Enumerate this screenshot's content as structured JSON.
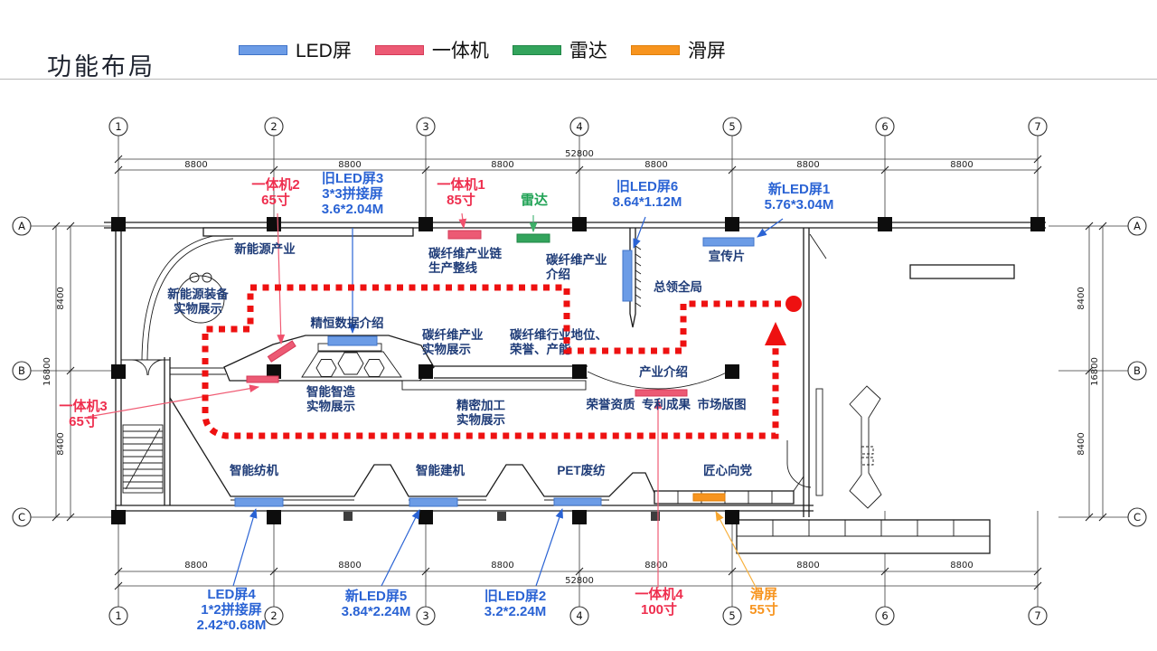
{
  "title": "功能布局",
  "legend": {
    "items": [
      {
        "label": "LED屏"
      },
      {
        "label": "一体机"
      },
      {
        "label": "雷达"
      },
      {
        "label": "滑屏"
      }
    ]
  },
  "colors": {
    "led": "#6c9ce6",
    "led_border": "#3f73c8",
    "one": "#ec5a74",
    "one_border": "#d63a57",
    "radar": "#33a45c",
    "radar_border": "#1f8646",
    "slide": "#f7941e",
    "slide_border": "#e07f0a",
    "route": "#ee1111",
    "callout_blue": "#2a63d4",
    "callout_red": "#ee2e4e",
    "callout_green": "#21a356",
    "callout_orange": "#f7941e",
    "zone_text": "#1f3c78"
  },
  "grid": {
    "cols": [
      "1",
      "2",
      "3",
      "4",
      "5",
      "6",
      "7"
    ],
    "rows": [
      "A",
      "B",
      "C"
    ]
  },
  "dims": {
    "bay": "8800",
    "total": "52800",
    "side_bay": "8400",
    "side_total": "16800"
  },
  "callouts": {
    "one2": [
      "一体机2",
      "65寸"
    ],
    "old_led3": [
      "旧LED屏3",
      "3*3拼接屏",
      "3.6*2.04M"
    ],
    "one1": [
      "一体机1",
      "85寸"
    ],
    "radar": [
      "雷达"
    ],
    "old_led6": [
      "旧LED屏6",
      "8.64*1.12M"
    ],
    "new_led1": [
      "新LED屏1",
      "5.76*3.04M"
    ],
    "one3": [
      "一体机3",
      "65寸"
    ],
    "led4": [
      "LED屏4",
      "1*2拼接屏",
      "2.42*0.68M"
    ],
    "new_led5": [
      "新LED屏5",
      "3.84*2.24M"
    ],
    "old_led2": [
      "旧LED屏2",
      "3.2*2.24M"
    ],
    "one4": [
      "一体机4",
      "100寸"
    ],
    "slide": [
      "滑屏",
      "55寸"
    ]
  },
  "zones": {
    "new_energy": [
      "新能源产业"
    ],
    "new_energy_equip": [
      "新能源装备",
      "实物展示"
    ],
    "jingheng": [
      "精恒数据介绍"
    ],
    "carbon_chain": [
      "碳纤维产业链",
      "生产整线"
    ],
    "carbon_intro": [
      "碳纤维产业",
      "介绍"
    ],
    "promo": [
      "宣传片"
    ],
    "overview": [
      "总领全局"
    ],
    "carbon_real": [
      "碳纤维产业",
      "实物展示"
    ],
    "carbon_status": [
      "碳纤维行业地位、",
      "荣誉、产能"
    ],
    "smart_mfg": [
      "智能智造",
      "实物展示"
    ],
    "precision": [
      "精密加工",
      "实物展示"
    ],
    "industry_intro": [
      "产业介绍"
    ],
    "honor": [
      "荣誉资质  专利成果  市场版图"
    ],
    "textile": [
      "智能纺机"
    ],
    "construction": [
      "智能建机"
    ],
    "pet": [
      "PET废纺"
    ],
    "juxin": [
      "匠心向党"
    ]
  }
}
